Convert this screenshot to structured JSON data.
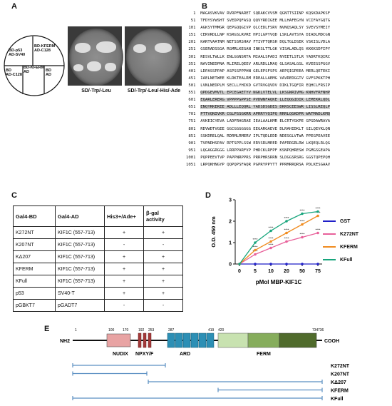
{
  "panel_letters": {
    "a": "A",
    "b": "B",
    "c": "C",
    "d": "D",
    "e": "E"
  },
  "panel_a": {
    "diagram_sectors": {
      "top_left": "BD-p53\nAD-SV40",
      "top_right": "BD-KFERM\nAD-C128",
      "bottom_left": "BD\nAD-C128",
      "bottom_mid": "BD-KFERM\nAD",
      "bottom_right": "BD\nAD"
    },
    "plate_captions": [
      "SD/-Trp/-Leu",
      "SD/-Trp/-Leu/-His/-Ade"
    ]
  },
  "panel_b": {
    "sequence_rows": [
      {
        "n": "1",
        "s": "MAGASVKVAV RVRPFNAREТ SQDAKCVVSM QGNTTSIINP KQSKDAPKSF"
      },
      {
        "n": "51",
        "s": "TFDYSYWSHT SVEDPQFASQ QQVYRDIGEE MLLHAFEGYN VCIFAYGQTG"
      },
      {
        "n": "101",
        "s": "AGKSYTMMGR QEPGQQGIVP QLCEDLFSRV NVNQSAQLSY SVEVSYMEIY"
      },
      {
        "n": "151",
        "s": "CERVRDLLNP KSRGSLRVRE HPILGPYVQD LSKLAVTSYA DIADLMDCGN"
      },
      {
        "n": "201",
        "s": "KARTVAATNM NETSSRSHAV FTIVFTQRSH DQLTGLDSEK VSKISLVDLA"
      },
      {
        "n": "251",
        "s": "GSERADSSGA RGMRLKEGAN INKSLTTLGK VISALADLQS KKKKSDFIPY"
      },
      {
        "n": "301",
        "s": "RDSVLTWLLK ENLGGNSRTA MIAALSPADI NYEETLSTLR YADRTKQIRC"
      },
      {
        "n": "351",
        "s": "NAVINEDPNA RLIRELQEEV ARLRDLLMAQ GLSASALGGL KVEEGSPGGV"
      },
      {
        "n": "401",
        "s": "LDPASSPPAP ASPSSPPPHN GELEPSFSPS AEPQIGPEEA MERLQETEKI"
      },
      {
        "n": "451",
        "s": "IAELNETWEE KLRKTEALRM EREALLAEMG VAVREDGGTV GVFSPKKTPH"
      },
      {
        "n": "501",
        "s": "LVNLNEDPLM SECLLYHIKD GVTRVGQVDV DIKLTGQFIR EQHCLFRSIP"
      },
      {
        "n": "551",
        "s": "QPDGEVMVTL EPCEGAETYV NGKLVTELVL LKSGNRIVMG KNHVFRFNHP"
      },
      {
        "n": "601",
        "s": "EQARLERERG VPPPPGPPSE PVDWNFAQKE LLEQQGIDIK LEMEKRLQDL"
      },
      {
        "n": "651",
        "s": "ENQYRKEKEE ADLLLEQQRL YADSDSGDES DKRSCEESWR LISSLREQLP"
      },
      {
        "n": "701",
        "s": "PTTVQNIVKR CGLPSSGKRR APRRYYQIPQ RRRLQGKDPR WATMADLKMQ"
      },
      {
        "n": "751",
        "s": "AVKEICYEVA LADFRHGRAE IEALAALKMR ELCRTYGKPE GPGDAWRAVA"
      },
      {
        "n": "801",
        "s": "RDVWDTVGEE GGCGGGGGGG EEGARGAEVE DLRAHIDKLT GILQEVKLQN"
      },
      {
        "n": "851",
        "s": "SSKDRELQAL RDRMLRMERV IPLTQDLEDD NDESGLVTWA PPEGPEAVEE"
      },
      {
        "n": "901",
        "s": "TVPNDHSPAV RPTSPPLSSW ERVSRLMEED PAFRRGRLRW LKQEQLRLQG"
      },
      {
        "n": "951",
        "s": "LQGAGGRGGG LRRPPARFVP PHDCKLRFPF KSNPQHRESW PGMGSGEAPA"
      },
      {
        "n": "1001",
        "s": "PQPPEEVTVP PAPPNRPPRS PRRPHRSRRN SLDGGSRSRG GGSTQPEPQH"
      },
      {
        "n": "1051",
        "s": "LRPQKHNGYP QQPQPSFAQR PGPRYPPYTT PPRMRRQRSA PDLKESGAAV"
      }
    ]
  },
  "panel_c": {
    "headers": [
      "Gal4-BD",
      "Gal4-AD",
      "His3+/Ade+",
      "β-gal\nactivity"
    ],
    "rows": [
      [
        "K272NT",
        "KIF1C (557-713)",
        "+",
        "+"
      ],
      [
        "K207NT",
        "KIF1C (557-713)",
        "-",
        "-"
      ],
      [
        "KΔ207",
        "KIF1C (557-713)",
        "+",
        "+"
      ],
      [
        "KFERM",
        "KIF1C (557-713)",
        "+",
        "+"
      ],
      [
        "KFull",
        "KIF1C (557-713)",
        "+",
        "+"
      ],
      [
        "p53",
        "SV40-T",
        "+",
        "+"
      ],
      [
        "pGBKT7",
        "pGADT7",
        "-",
        "-"
      ]
    ]
  },
  "chart_data": {
    "type": "line",
    "title": "",
    "xlabel": "pMol MBP-KIF1C",
    "ylabel": "O.D. 450 nm",
    "categories": [
      "0",
      "5",
      "10",
      "20",
      "50",
      "75"
    ],
    "ylim": [
      0,
      3
    ],
    "yticks": [
      "0",
      "1",
      "2",
      "3"
    ],
    "legend_position": "right",
    "significance_label": "****",
    "series": [
      {
        "name": "GST",
        "color": "#1f1fc8",
        "values": [
          0.0,
          0.0,
          0.0,
          0.0,
          0.0,
          0.0
        ]
      },
      {
        "name": "K272NT",
        "color": "#e8609a",
        "values": [
          0.0,
          0.45,
          0.75,
          1.05,
          1.25,
          1.45
        ]
      },
      {
        "name": "KFERM",
        "color": "#f08c20",
        "values": [
          0.0,
          0.65,
          1.05,
          1.45,
          1.85,
          2.25
        ]
      },
      {
        "name": "KFull",
        "color": "#17a57c",
        "values": [
          0.0,
          1.0,
          1.55,
          2.0,
          2.35,
          2.45
        ]
      }
    ]
  },
  "panel_e": {
    "ends": {
      "left": "NH2",
      "right": "COOH"
    },
    "positions": [
      "1",
      "100",
      "170",
      "192",
      "253",
      "287",
      "419",
      "420",
      "734",
      "736"
    ],
    "domains": [
      "NUDIX",
      "NPXY/F",
      "ARD",
      "FERM"
    ],
    "constructs": [
      "K272NT",
      "K207NT",
      "KΔ207",
      "KFERM",
      "KFull"
    ]
  }
}
